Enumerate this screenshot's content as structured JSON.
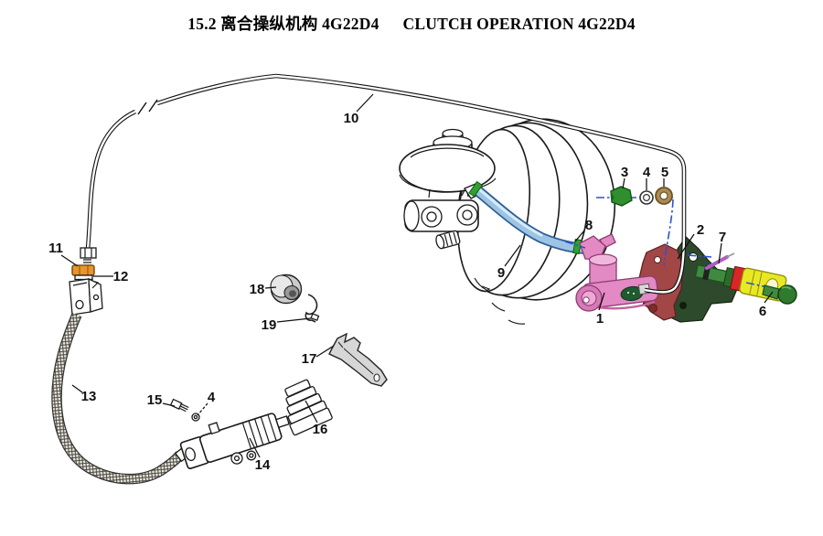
{
  "page": {
    "title_zh": "15.2  离合操纵机构 4G22D4",
    "title_en": "CLUTCH OPERATION 4G22D4"
  },
  "colors": {
    "ink": "#1a1a1a",
    "pink": "#e389c4",
    "pink-dark": "#8a3d72",
    "maroon": "#a34646",
    "bracket-green": "#2e4a2c",
    "part-green": "#3f8a3f",
    "clamp-green": "#2fa12f",
    "hose-blue": "#9dc4e4",
    "hose-edge": "#2e5f94",
    "hose-light": "#d8ecf8",
    "centerline-blue": "#2b50d8",
    "yellow": "#e8e825",
    "red": "#d92626",
    "purple": "#b05cc4",
    "orange": "#e8952a",
    "bronze": "#ad8a52",
    "steel": "#c8c8c8"
  },
  "callouts": {
    "c1": "1",
    "c2": "2",
    "c3": "3",
    "c4a": "4",
    "c4b": "4",
    "c5": "5",
    "c6": "6",
    "c7": "7",
    "c8": "8",
    "c9": "9",
    "c10": "10",
    "c11": "11",
    "c12": "12",
    "c13": "13",
    "c14": "14",
    "c15": "15",
    "c16": "16",
    "c17": "17",
    "c18": "18",
    "c19": "19"
  }
}
